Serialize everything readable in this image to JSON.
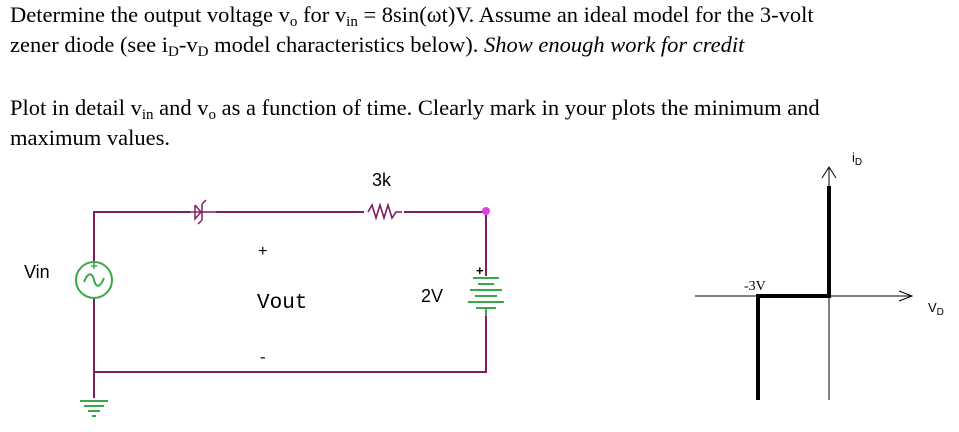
{
  "problem": {
    "l1a": "Determine the output voltage v",
    "l1b": "o",
    "l1c": " for v",
    "l1d": "in",
    "l1e": " = 8sin(ωt)V.   Assume an ideal model for the 3-volt",
    "l2a": "zener diode (see i",
    "l2b": "D",
    "l2c": "-v",
    "l2d": "D",
    "l2e": " model characteristics below).   ",
    "l2f": "Show enough work for credit",
    "l3a": "Plot in detail v",
    "l3b": "in",
    "l3c": " and v",
    "l3d": "o",
    "l3e": " as a function of time.   Clearly mark in your plots the minimum and",
    "l4": "maximum values."
  },
  "circuit": {
    "vin_label": "Vin",
    "resistor_label": "3k",
    "plus_label": "+",
    "vout_label": "Vout",
    "minus_label": "-",
    "battery_label": "2V",
    "battery_plus": "+",
    "wire_color": "#7f1f5f",
    "source_color": "#3aa84a",
    "node_color": "#e040e0"
  },
  "characteristic": {
    "iD_label": "i",
    "iD_sub": "D",
    "vD_label": "V",
    "vD_sub": "D",
    "knee_label": "-3V"
  }
}
